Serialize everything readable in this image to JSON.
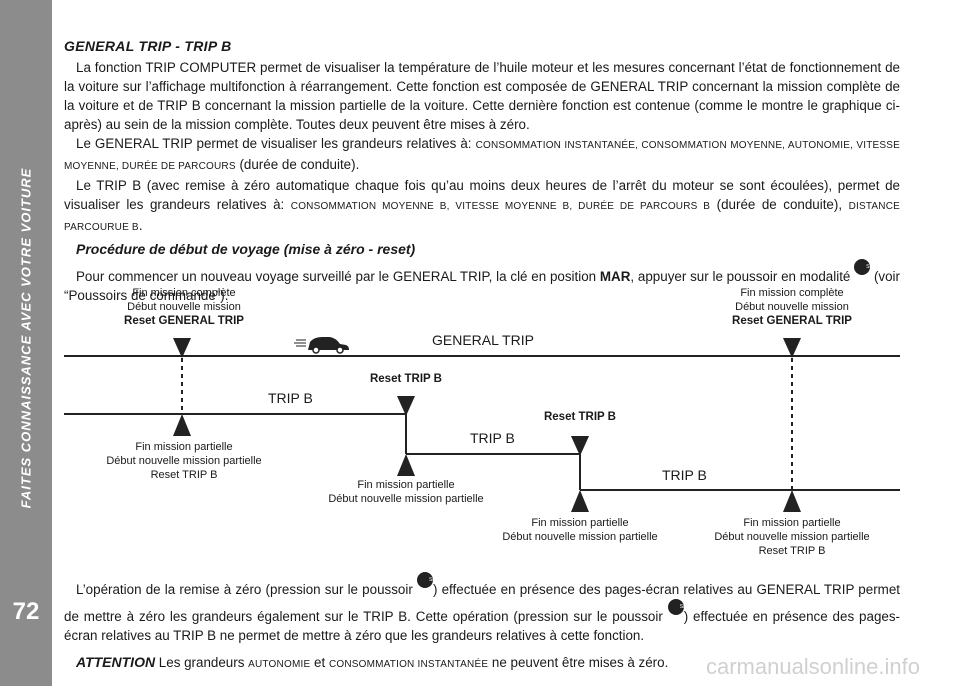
{
  "sidebar": {
    "title": "FAITES CONNAISSANCE AVEC VOTRE VOITURE",
    "page_number": "72"
  },
  "section": {
    "heading": "GENERAL TRIP - TRIP B",
    "p1": "La fonction TRIP COMPUTER permet de visualiser la température de l’huile moteur et les mesures concernant l’état de fonctionnement de la voiture sur l’affichage multifonction à réarrangement. Cette fonction est composée de GENERAL TRIP concernant la mission complète de la voiture et de TRIP B concernant la mission partielle de la voiture. Cette dernière fonction est contenue (comme le montre le graphique ci-après) au sein de la mission complète. Toutes deux peuvent être mises à zéro.",
    "p2_start": "Le GENERAL TRIP permet de visualiser les grandeurs relatives à: ",
    "p2_terms": "CONSOMMATION INSTANTANÉE, CONSOMMATION MOYENNE, AUTONOMIE, VITESSE MOYENNE, DURÉE DE PARCOURS",
    "p2_end": " (durée de conduite).",
    "p3_start": "Le TRIP B (avec remise à zéro automatique chaque fois qu’au moins deux heures de l’arrêt du moteur se sont écoulées), permet de visualiser les grandeurs relatives à: ",
    "p3_terms1": "CONSOMMATION MOYENNE B, VITESSE MOYENNE B, DURÉE DE PARCOURS B",
    "p3_mid": " (durée de conduite), ",
    "p3_terms2": "DISTANCE PARCOURUE B",
    "p3_end": ".",
    "subheading": "Procédure de début de voyage (mise à zéro - reset)",
    "p4_start": "Pour commencer un nouveau voyage surveillé par le GENERAL TRIP, la clé en position ",
    "p4_key": "MAR",
    "p4_mid": ", appuyer sur le poussoir en modalité ",
    "p4_end": " (voir “Poussoirs de commande”)."
  },
  "diagram": {
    "general_trip_label": "GENERAL TRIP",
    "trip_b_label": "TRIP B",
    "top_left": {
      "line1": "Fin mission complète",
      "line2": "Début nouvelle mission",
      "line3": "Reset GENERAL TRIP"
    },
    "top_right": {
      "line1": "Fin mission complète",
      "line2": "Début nouvelle mission",
      "line3": "Reset GENERAL TRIP"
    },
    "reset_trip_b": "Reset TRIP B",
    "bottom_1": {
      "line1": "Fin mission partielle",
      "line2": "Début nouvelle mission partielle",
      "line3": "Reset TRIP B"
    },
    "bottom_2": {
      "line1": "Fin mission partielle",
      "line2": "Début nouvelle mission partielle"
    },
    "bottom_3": {
      "line1": "Fin mission partielle",
      "line2": "Début nouvelle mission partielle"
    },
    "bottom_4": {
      "line1": "Fin mission partielle",
      "line2": "Début nouvelle mission partielle",
      "line3": "Reset TRIP B"
    }
  },
  "bottom": {
    "p5_a": "L’opération de la remise à zéro (pression sur le poussoir ",
    "p5_b": ") effectuée en présence des pages-écran relatives au GENERAL TRIP permet de mettre à zéro les grandeurs également sur le TRIP B. Cette opération (pression sur le poussoir ",
    "p5_c": ") effectuée en présence des pages-écran relatives au TRIP B ne permet de mettre à zéro que les grandeurs relatives à cette fonction.",
    "warning_label": "ATTENTION",
    "warning_a": " Les grandeurs ",
    "warning_t1": "AUTONOMIE",
    "warning_b": " et ",
    "warning_t2": "CONSOMMATION INSTANTANÉE",
    "warning_c": " ne peuvent être mises à zéro."
  },
  "button_icon_text": "SET 2",
  "watermark": "carmanualsonline.info"
}
